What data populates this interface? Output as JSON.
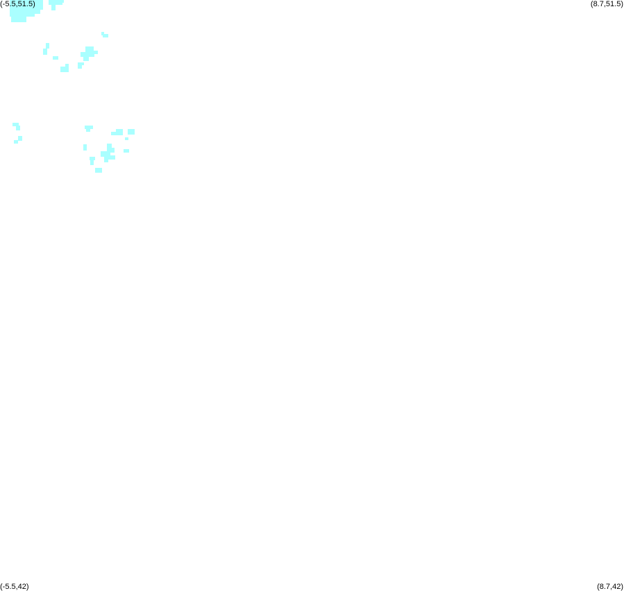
{
  "map": {
    "corners": {
      "top_left": "(-5.5,51.5)",
      "top_right": "(8.7,51.5)",
      "bottom_left": "(-5.5,42)",
      "bottom_right": "(8.7,42)"
    },
    "fill_color": "#aaffff",
    "background_color": "#ffffff"
  }
}
